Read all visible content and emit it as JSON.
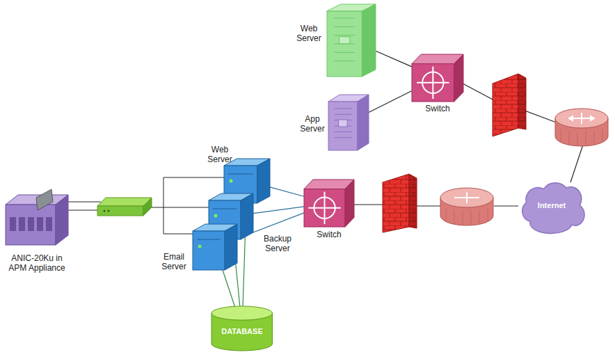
{
  "diagram": {
    "nodes": [
      {
        "text": [
          "Web Server"
        ]
      },
      {
        "text": [
          "App Server"
        ]
      },
      {
        "text": [
          "Switch"
        ]
      },
      {
        "text": [
          "Internet"
        ]
      },
      {
        "text": [
          "Web Server"
        ]
      },
      {
        "text": [
          "Backup Server"
        ]
      },
      {
        "text": [
          "Email Server"
        ]
      },
      {
        "text": [
          "Switch"
        ]
      },
      {
        "text": [
          "DATABASE"
        ]
      },
      {
        "text": [
          "ANIC-20Ku in APM Appliance"
        ]
      }
    ],
    "edges": [
      {
        "from": 0,
        "to": 2,
        "arrow": "none"
      },
      {
        "from": 1,
        "to": 2,
        "arrow": "none"
      },
      {
        "from": 4,
        "to": 7,
        "arrow": "none"
      },
      {
        "from": 5,
        "to": 7,
        "arrow": "none"
      },
      {
        "from": 6,
        "to": 7,
        "arrow": "none"
      },
      {
        "from": 4,
        "to": 8,
        "arrow": "none"
      },
      {
        "from": 5,
        "to": 8,
        "arrow": "none"
      },
      {
        "from": 6,
        "to": 8,
        "arrow": "none"
      }
    ]
  }
}
